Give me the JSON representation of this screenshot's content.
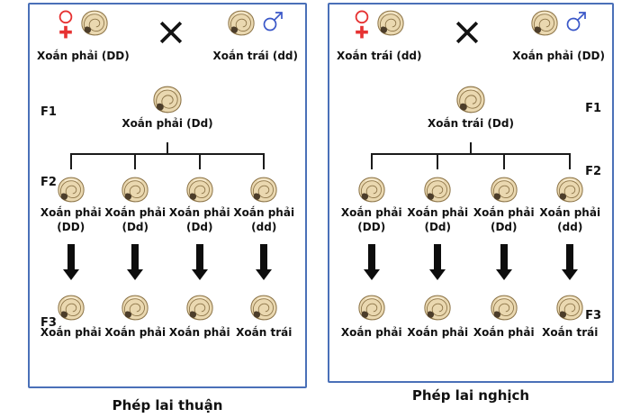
{
  "colors": {
    "panel_border": "#4a70b8",
    "female_symbol": "#e63232",
    "male_symbol": "#3a57c8",
    "arrow": "#0d0d0d",
    "snail_shell": "#ead8b0",
    "snail_outline": "#8d7549",
    "text": "#111111"
  },
  "icons": {
    "female-symbol-icon": "♀",
    "male-symbol-icon": "♂",
    "cross-icon": "✖",
    "snail-icon": "spiral snail shell",
    "down-arrow-icon": "⬇"
  },
  "panels": [
    {
      "caption": "Phép lai thuận",
      "gen1": "F1",
      "gen2": "F2",
      "gen3": "F3",
      "mother_label": "Xoắn phải (DD)",
      "father_label": "Xoắn trái (dd)",
      "f1_label": "Xoắn phải (Dd)",
      "f2": [
        {
          "name": "Xoắn phải",
          "genotype": "(DD)"
        },
        {
          "name": "Xoắn phải",
          "genotype": "(Dd)"
        },
        {
          "name": "Xoắn phải",
          "genotype": "(Dd)"
        },
        {
          "name": "Xoắn phải",
          "genotype": "(dd)"
        }
      ],
      "f3": [
        {
          "name": "Xoắn phải"
        },
        {
          "name": "Xoắn phải"
        },
        {
          "name": "Xoắn phải"
        },
        {
          "name": "Xoắn trái"
        }
      ]
    },
    {
      "caption": "Phép lai nghịch",
      "gen1": "F1",
      "gen2": "F2",
      "gen3": "F3",
      "mother_label": "Xoắn trái (dd)",
      "father_label": "Xoắn phải (DD)",
      "f1_label": "Xoắn trái (Dd)",
      "f2": [
        {
          "name": "Xoắn phải",
          "genotype": "(DD)"
        },
        {
          "name": "Xoắn phải",
          "genotype": "(Dd)"
        },
        {
          "name": "Xoắn phải",
          "genotype": "(Dd)"
        },
        {
          "name": "Xoắn phải",
          "genotype": "(dd)"
        }
      ],
      "f3": [
        {
          "name": "Xoắn phải"
        },
        {
          "name": "Xoắn phải"
        },
        {
          "name": "Xoắn phải"
        },
        {
          "name": "Xoắn trái"
        }
      ]
    }
  ]
}
